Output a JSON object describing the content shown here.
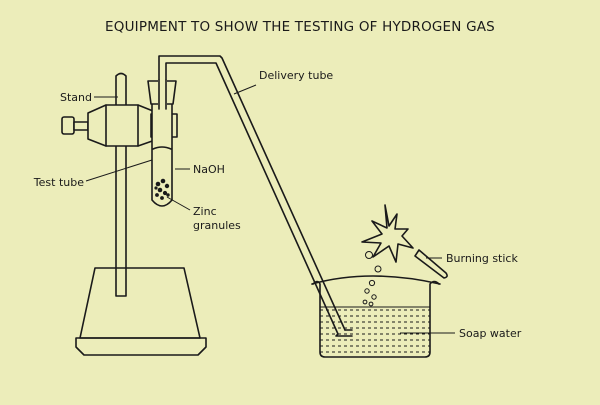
{
  "title": "EQUIPMENT TO SHOW THE TESTING OF HYDROGEN GAS",
  "labels": {
    "stand": "Stand",
    "delivery_tube": "Delivery tube",
    "test_tube": "Test tube",
    "naoh": "NaOH",
    "zinc_line1": "Zinc",
    "zinc_line2": "granules",
    "burning_stick": "Burning stick",
    "soap_water": "Soap water"
  },
  "colors": {
    "background": "#ecedba",
    "line": "#1a1a1a"
  }
}
